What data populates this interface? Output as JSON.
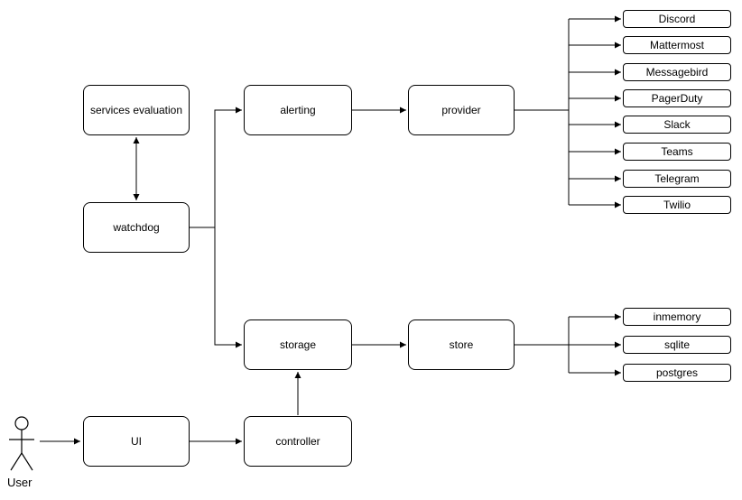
{
  "diagram": {
    "nodes": {
      "services_evaluation": {
        "label": "services evaluation"
      },
      "watchdog": {
        "label": "watchdog"
      },
      "alerting": {
        "label": "alerting"
      },
      "provider": {
        "label": "provider"
      },
      "storage": {
        "label": "storage"
      },
      "store": {
        "label": "store"
      },
      "ui": {
        "label": "UI"
      },
      "controller": {
        "label": "controller"
      }
    },
    "provider_targets": [
      "Discord",
      "Mattermost",
      "Messagebird",
      "PagerDuty",
      "Slack",
      "Teams",
      "Telegram",
      "Twilio"
    ],
    "store_targets": [
      "inmemory",
      "sqlite",
      "postgres"
    ],
    "actor": {
      "label": "User"
    },
    "edges": [
      {
        "from": "User",
        "to": "UI",
        "type": "arrow"
      },
      {
        "from": "UI",
        "to": "controller",
        "type": "arrow"
      },
      {
        "from": "controller",
        "to": "storage",
        "type": "arrow"
      },
      {
        "from": "watchdog",
        "to": "services evaluation",
        "type": "double-arrow"
      },
      {
        "from": "watchdog",
        "to": "alerting",
        "type": "arrow"
      },
      {
        "from": "watchdog",
        "to": "storage",
        "type": "arrow"
      },
      {
        "from": "alerting",
        "to": "provider",
        "type": "arrow"
      },
      {
        "from": "provider",
        "to": "Discord",
        "type": "arrow"
      },
      {
        "from": "provider",
        "to": "Mattermost",
        "type": "arrow"
      },
      {
        "from": "provider",
        "to": "Messagebird",
        "type": "arrow"
      },
      {
        "from": "provider",
        "to": "PagerDuty",
        "type": "arrow"
      },
      {
        "from": "provider",
        "to": "Slack",
        "type": "arrow"
      },
      {
        "from": "provider",
        "to": "Teams",
        "type": "arrow"
      },
      {
        "from": "provider",
        "to": "Telegram",
        "type": "arrow"
      },
      {
        "from": "provider",
        "to": "Twilio",
        "type": "arrow"
      },
      {
        "from": "storage",
        "to": "store",
        "type": "arrow"
      },
      {
        "from": "store",
        "to": "inmemory",
        "type": "arrow"
      },
      {
        "from": "store",
        "to": "sqlite",
        "type": "arrow"
      },
      {
        "from": "store",
        "to": "postgres",
        "type": "arrow"
      }
    ],
    "colors": {
      "stroke": "#000000",
      "node_fill": "#ffffff",
      "background": "#ffffff"
    }
  }
}
